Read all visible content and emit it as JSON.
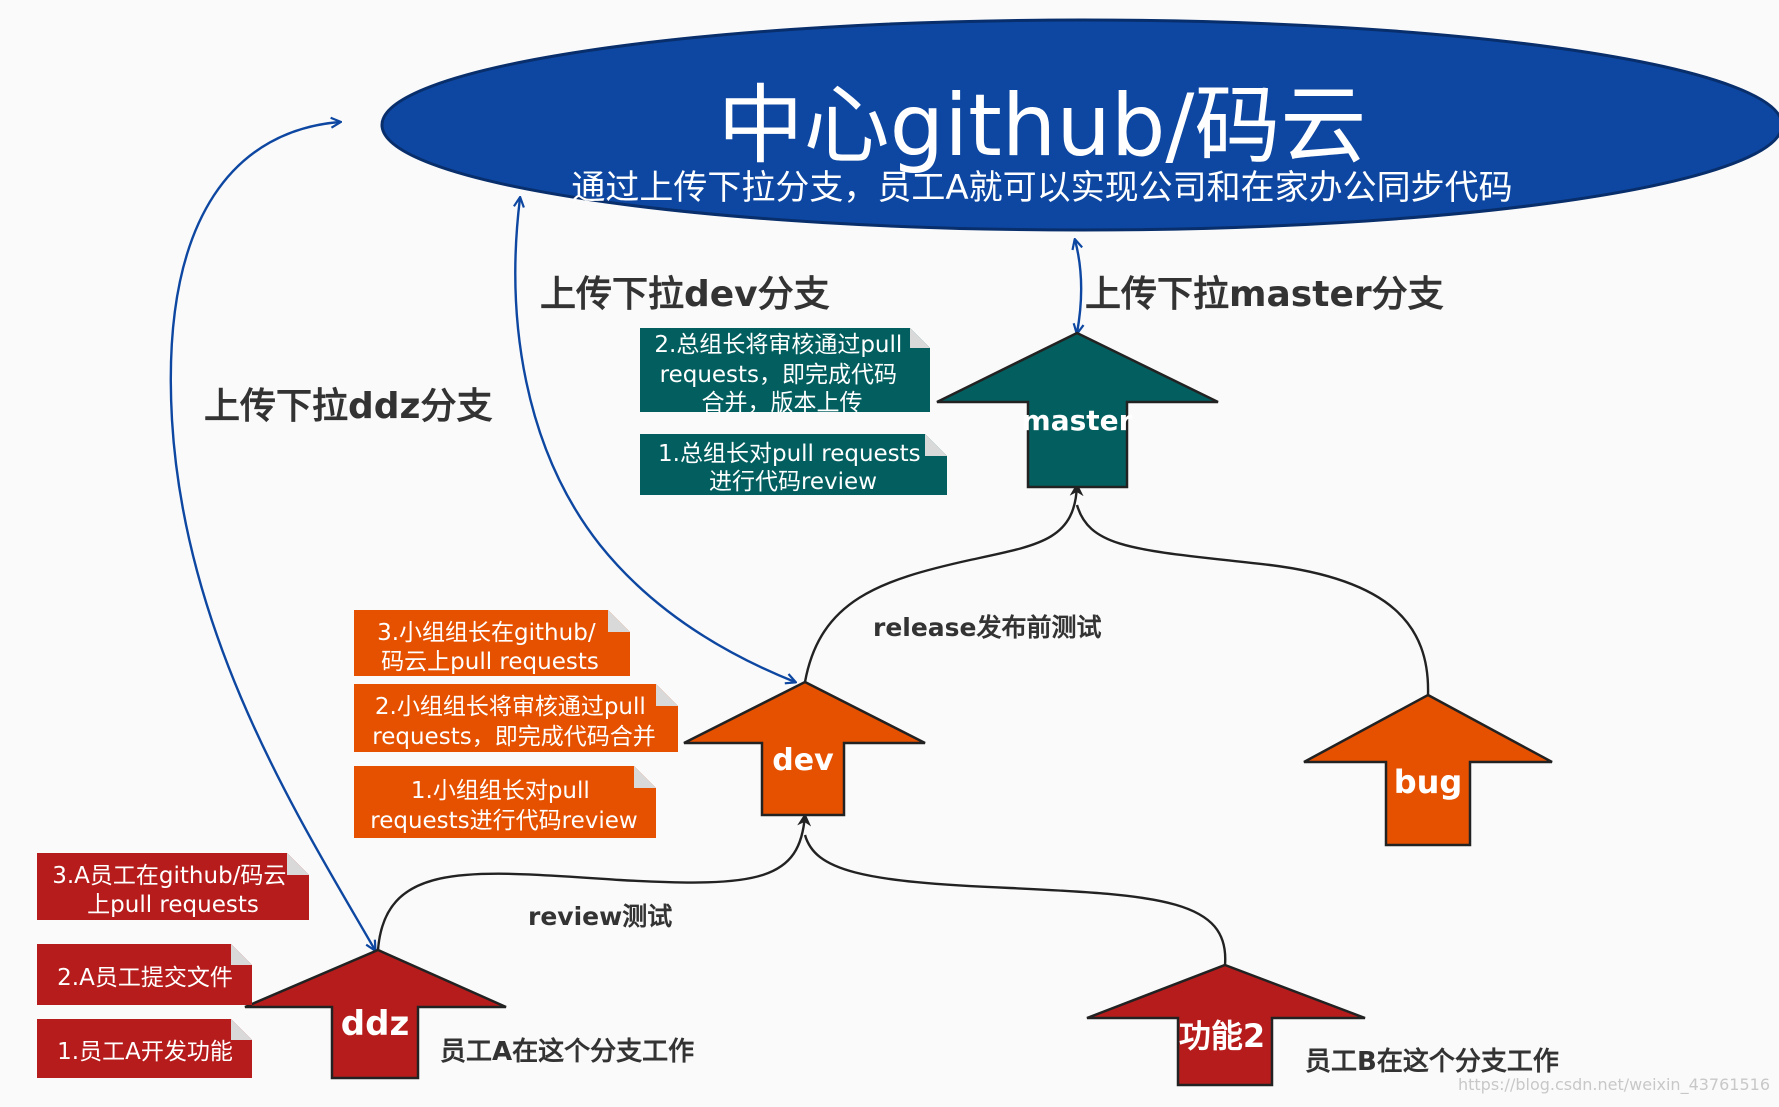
{
  "hub": {
    "title": "中心github/码云",
    "subtitle": "通过上传下拉分支，员工A就可以实现公司和在家办公同步代码"
  },
  "links": {
    "ddz": "上传下拉ddz分支",
    "dev": "上传下拉dev分支",
    "master": "上传下拉master分支"
  },
  "branches": {
    "master": "master",
    "dev": "dev",
    "bug": "bug",
    "ddz": "ddz",
    "feature2": "功能2"
  },
  "edges": {
    "release_test": "release发布前测试",
    "review_test": "review测试"
  },
  "workers": {
    "a": "员工A在这个分支工作",
    "b": "员工B在这个分支工作"
  },
  "notes": {
    "master": {
      "step2_lines": [
        "2.总组长将审核通过pull",
        "requests，即完成代码",
        "合并，版本上传"
      ],
      "step1_lines": [
        "1.总组长对pull requests",
        "进行代码review"
      ]
    },
    "dev": {
      "step3_lines": [
        "3.小组组长在github/",
        "码云上pull requests"
      ],
      "step2_lines": [
        "2.小组组长将审核通过pull",
        "requests，即完成代码合并"
      ],
      "step1_lines": [
        "1.小组组长对pull",
        "requests进行代码review"
      ]
    },
    "ddz": {
      "step3_lines": [
        "3.A员工在github/码云",
        "上pull requests"
      ],
      "step2_lines": [
        "2.A员工提交文件"
      ],
      "step1_lines": [
        "1.员工A开发功能"
      ]
    }
  },
  "watermark": "https://blog.csdn.net/weixin_43761516",
  "colors": {
    "hub": "#0d47a1",
    "master": "#035f5f",
    "dev": "#e65100",
    "feature": "#b71c1c",
    "link": "#0d47a1",
    "edge": "#222222"
  }
}
